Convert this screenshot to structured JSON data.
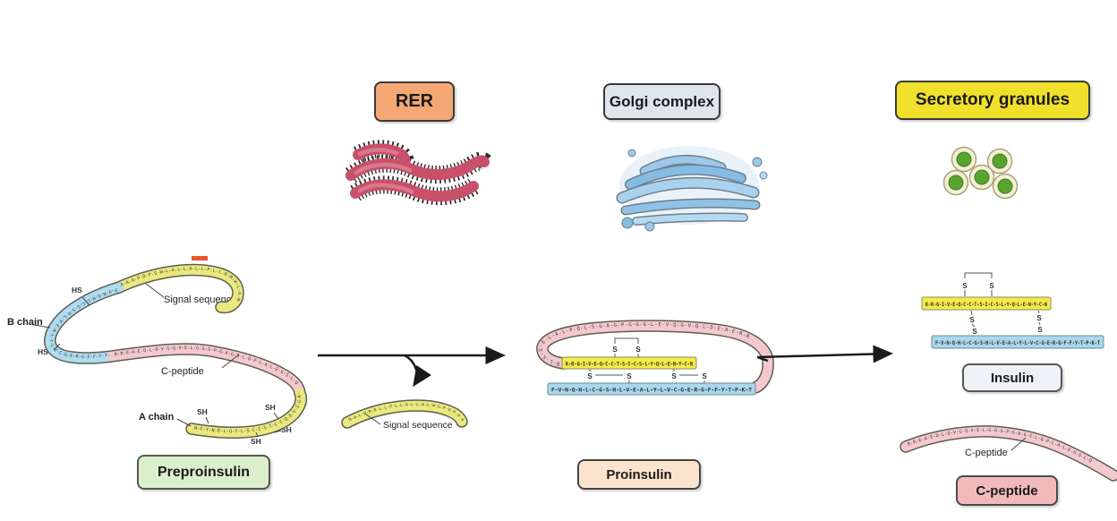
{
  "organelle_labels": {
    "rer": "RER",
    "golgi": "Golgi complex",
    "secretory_granules": "Secretory granules"
  },
  "molecule_labels": {
    "preproinsulin": "Preproinsulin",
    "proinsulin": "Proinsulin",
    "insulin": "Insulin",
    "c_peptide": "C-peptide"
  },
  "annotations": {
    "hs": "HS",
    "sh": "SH",
    "s": "S",
    "b_chain": "B chain",
    "a_chain": "A chain",
    "signal_sequence": "Signal sequence",
    "c_peptide": "C-peptide"
  },
  "sequences": {
    "signal_top": "A-A-A-P-D-P-G-W-L-A-L-L-A-L-L-P-L-L-R-M-W-L-A-M",
    "b_chain_curve": "F-V-N-Q-H-L-C-G-S-H-L-V-E-A-L-Y-L-V-C-G-E-R-G-F-F-Y-T-P-K-T",
    "c_peptide_curve": "R-R-E-A-E-D-L-Q-V-G-Q-V-E-L-G-G-G-P-G-A-G-S-L-Q-P-L-A-L-E-G-S-L-Q",
    "a_chain_curve": "N-C-Y-N-E-L-Q-Y-L-S-C-I-S-T-C-C-Q-E-V-I-G-R-K",
    "signal_cleaved": "M-A-L-W-M-R-L-L-P-L-L-A-L-L-A-L-W-G-P-D-P-A-A-A",
    "proinsulin_loop": "Q-L-S-G-E-L-A-L-P-Q-L-S-G-A-G-P-G-G-G-L-E-V-Q-G-V-Q-L-D-E-A-E-R-R",
    "a_chain_bar": "K-R-G-I-V-E-Q-C-C-T-S-I-C-S-L-Y-Q-L-E-N-Y-C-N",
    "b_chain_bar": "F-V-N-Q-H-L-C-G-S-H-L-V-E-A-L-Y-L-V-C-G-E-R-G-F-F-Y-T-P-K-T",
    "c_peptide_free": "R-R-E-A-E-D-L-Q-V-G-Q-V-E-L-G-G-G-P-G-A-G-S-L-Q-P-L-A-L-E-G-S-L-Q"
  },
  "colors": {
    "ribbon_yellow": "#eae97f",
    "ribbon_blue": "#aedcf0",
    "ribbon_pink": "#f4c9ce",
    "bar_yellow": "#f5ea49",
    "bar_blue": "#a9d7ec",
    "rer_box": "#f5a874",
    "golgi_box": "#dee5ed",
    "granules_box": "#f0e02b",
    "preproinsulin_box": "#dcefcc",
    "proinsulin_box": "#fbe4ce",
    "insulin_box": "#eef1f6",
    "c_peptide_box": "#f1b9ba",
    "rer_body": "#c8506a",
    "golgi_blue": "#85bce4",
    "granule_green": "#57a52f",
    "granule_ring": "#f4f0d8",
    "arrow": "#1a1a1a",
    "orange_mark": "#e4582b"
  }
}
